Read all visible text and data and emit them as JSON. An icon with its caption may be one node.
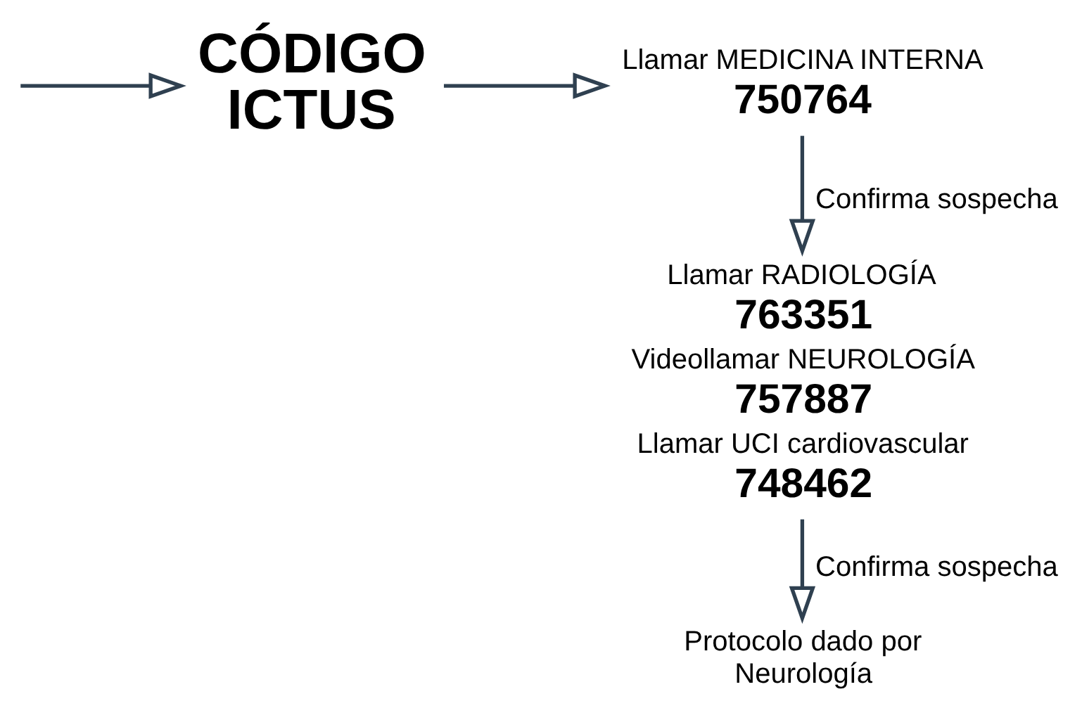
{
  "diagram": {
    "nodes": [
      {
        "text": [
          "CÓDIGO ICTUS"
        ]
      },
      {
        "text": [
          "Llamar MEDICINA INTERNA",
          "750764"
        ]
      },
      {
        "text": [
          "Llamar RADIOLOGÍA",
          "763351",
          "Videollamar NEUROLOGÍA",
          "757887",
          "Llamar UCI cardiovascular",
          "748462"
        ]
      },
      {
        "text": [
          "Protocolo dado por Neurología"
        ]
      }
    ],
    "edges": [
      {
        "from": null,
        "to": 0,
        "arrow": "to"
      },
      {
        "from": 0,
        "to": 1,
        "arrow": "to"
      },
      {
        "from": 1,
        "to": 2,
        "arrow": "to",
        "label": "Confirma sospecha"
      },
      {
        "from": 2,
        "to": 3,
        "arrow": "to",
        "label": "Confirma sospecha"
      }
    ]
  }
}
